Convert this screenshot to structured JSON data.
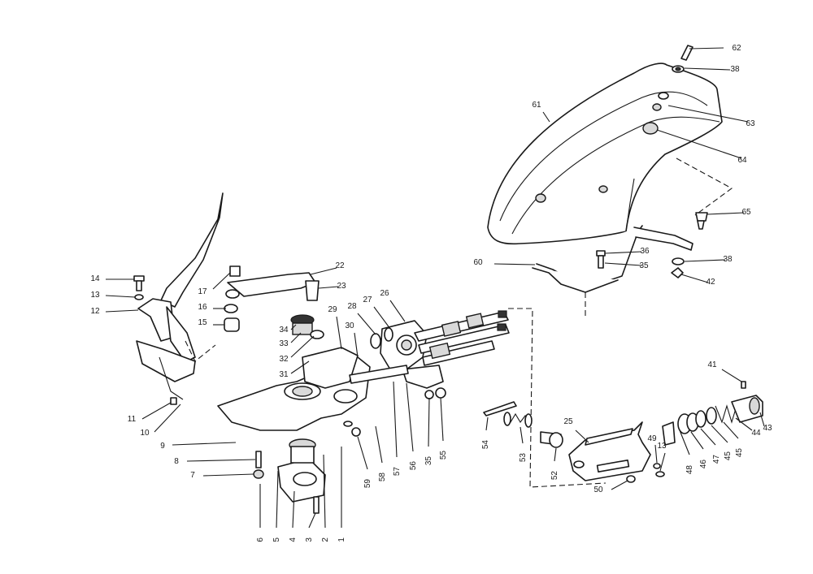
{
  "diagram": {
    "callouts": [
      {
        "id": "62",
        "label": "62"
      },
      {
        "id": "38a",
        "label": "38"
      },
      {
        "id": "61",
        "label": "61"
      },
      {
        "id": "63",
        "label": "63"
      },
      {
        "id": "64",
        "label": "64"
      },
      {
        "id": "65",
        "label": "65"
      },
      {
        "id": "36",
        "label": "36"
      },
      {
        "id": "60",
        "label": "60"
      },
      {
        "id": "35a",
        "label": "35"
      },
      {
        "id": "38b",
        "label": "38"
      },
      {
        "id": "42",
        "label": "42"
      },
      {
        "id": "22",
        "label": "22"
      },
      {
        "id": "17",
        "label": "17"
      },
      {
        "id": "23",
        "label": "23"
      },
      {
        "id": "16",
        "label": "16"
      },
      {
        "id": "15",
        "label": "15"
      },
      {
        "id": "34",
        "label": "34"
      },
      {
        "id": "33",
        "label": "33"
      },
      {
        "id": "32",
        "label": "32"
      },
      {
        "id": "31",
        "label": "31"
      },
      {
        "id": "14",
        "label": "14"
      },
      {
        "id": "13a",
        "label": "13"
      },
      {
        "id": "12",
        "label": "12"
      },
      {
        "id": "29",
        "label": "29"
      },
      {
        "id": "30",
        "label": "30"
      },
      {
        "id": "28",
        "label": "28"
      },
      {
        "id": "27",
        "label": "27"
      },
      {
        "id": "26",
        "label": "26"
      },
      {
        "id": "11",
        "label": "11"
      },
      {
        "id": "10",
        "label": "10"
      },
      {
        "id": "9",
        "label": "9"
      },
      {
        "id": "8",
        "label": "8"
      },
      {
        "id": "7",
        "label": "7"
      },
      {
        "id": "6",
        "label": "6"
      },
      {
        "id": "5",
        "label": "5"
      },
      {
        "id": "4",
        "label": "4"
      },
      {
        "id": "3",
        "label": "3"
      },
      {
        "id": "2",
        "label": "2"
      },
      {
        "id": "1",
        "label": "1"
      },
      {
        "id": "59",
        "label": "59"
      },
      {
        "id": "58",
        "label": "58"
      },
      {
        "id": "57",
        "label": "57"
      },
      {
        "id": "56",
        "label": "56"
      },
      {
        "id": "35b",
        "label": "35"
      },
      {
        "id": "55",
        "label": "55"
      },
      {
        "id": "54",
        "label": "54"
      },
      {
        "id": "53",
        "label": "53"
      },
      {
        "id": "52",
        "label": "52"
      },
      {
        "id": "25",
        "label": "25"
      },
      {
        "id": "50",
        "label": "50"
      },
      {
        "id": "49",
        "label": "49"
      },
      {
        "id": "13b",
        "label": "13"
      },
      {
        "id": "48",
        "label": "48"
      },
      {
        "id": "46",
        "label": "46"
      },
      {
        "id": "47",
        "label": "47"
      },
      {
        "id": "45a",
        "label": "45"
      },
      {
        "id": "44",
        "label": "44"
      },
      {
        "id": "45b",
        "label": "45"
      },
      {
        "id": "43",
        "label": "43"
      },
      {
        "id": "41",
        "label": "41"
      }
    ]
  }
}
